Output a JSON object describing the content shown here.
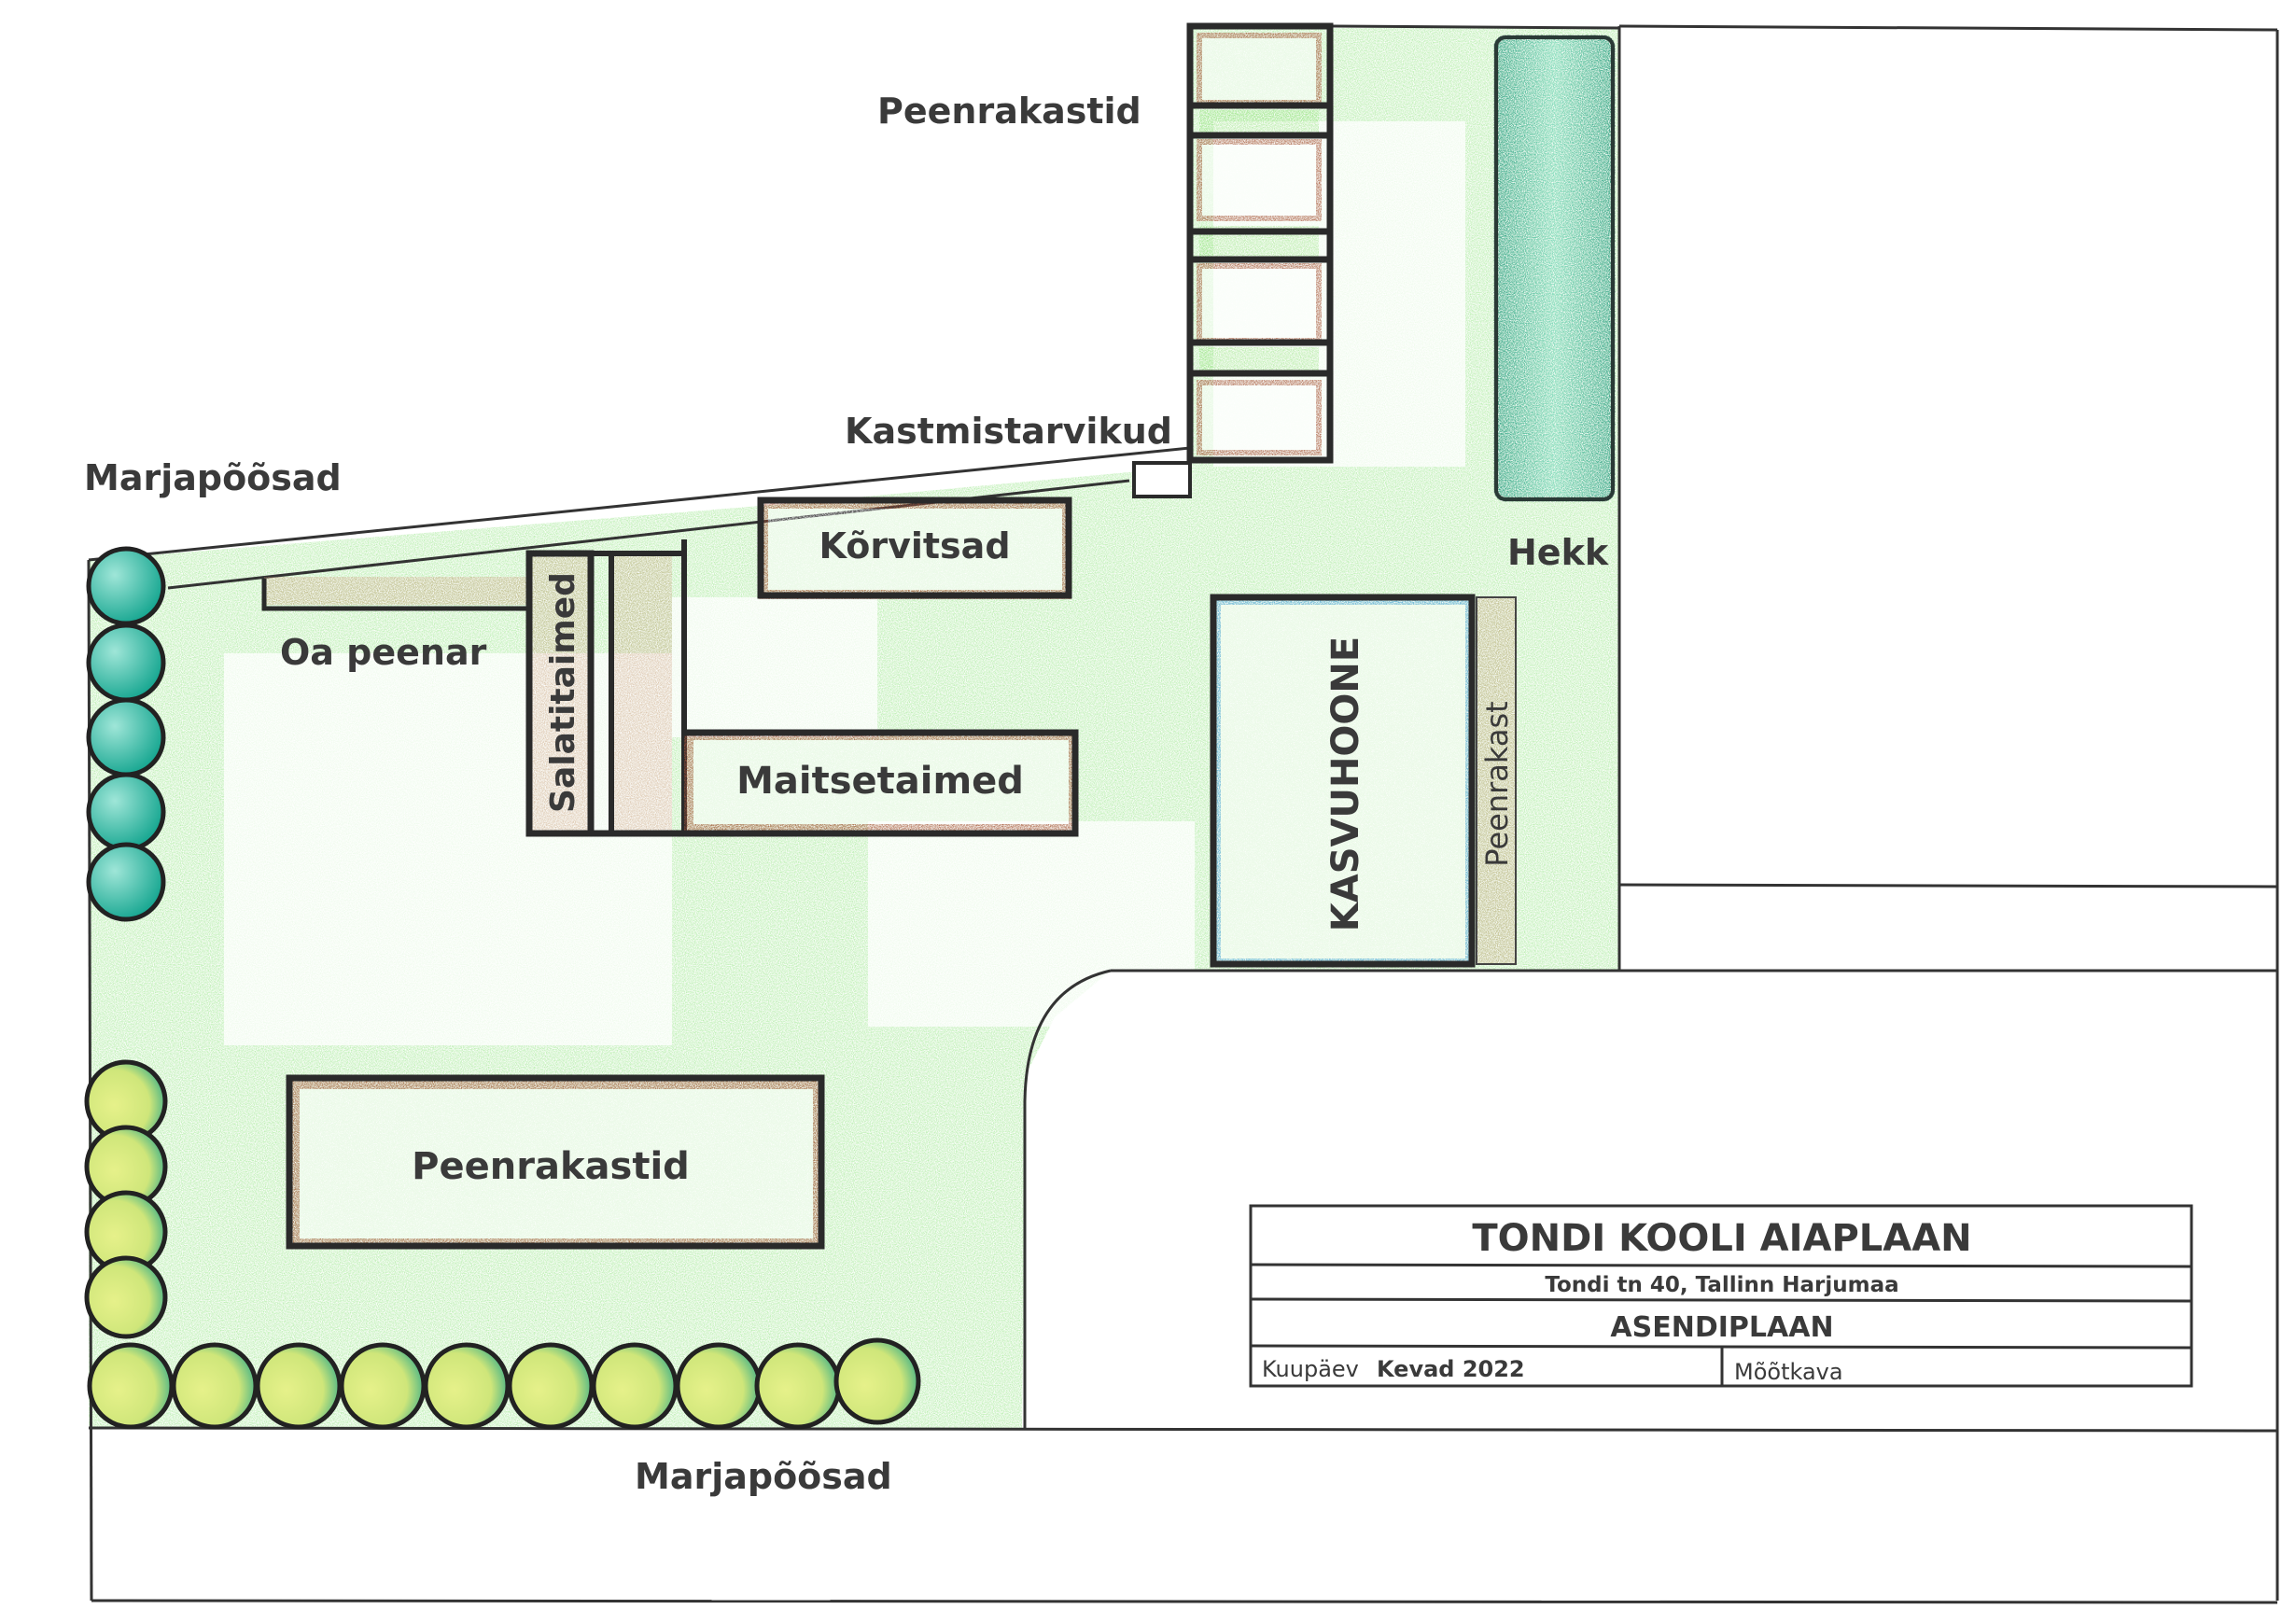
{
  "title_block": {
    "title": "TONDI KOOLI AIAPLAAN",
    "address": "Tondi tn 40, Tallinn Harjumaa",
    "plan_type": "ASENDIPLAAN",
    "date_label": "Kuupäev",
    "date_value": "Kevad 2022",
    "scale_label": "Mõõtkava"
  },
  "labels": {
    "raised_beds_top": "Peenrakastid",
    "watering_supplies": "Kastmistarvikud",
    "berry_bushes_top": "Marjapõõsad",
    "cucumbers": "Kõrvitsad",
    "bean_bed": "Oa peenar",
    "salad_plants": "Salatitaimed",
    "herbs": "Maitsetaimed",
    "hedge": "Hekk",
    "greenhouse": "KASVUHOONE",
    "raised_bed_side": "Peenrakast",
    "raised_beds_bottom": "Peenrakastid",
    "berry_bushes_bottom": "Marjapõõsad"
  },
  "colors": {
    "outline": "#2a2a2a",
    "bed_brown": "#9a4a30",
    "grass_green": "#5fd35a",
    "hedge_teal": "#0f9a86",
    "greenhouse_blue": "#5aa8e6",
    "bush_yellow": "#d6ea7a",
    "text": "#3a3a3a"
  }
}
